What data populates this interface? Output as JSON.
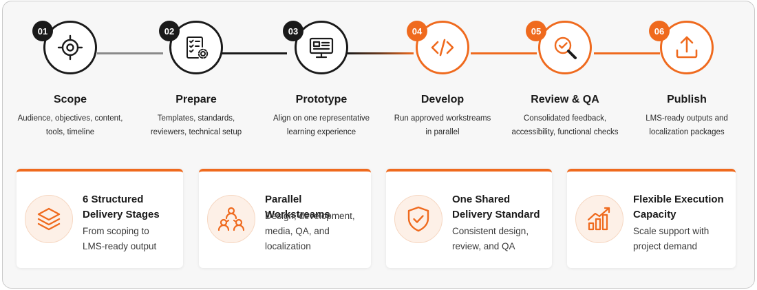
{
  "colors": {
    "accent": "#ef6a1e",
    "dark": "#1a1a1a",
    "connector_gray": "#8a8a8a"
  },
  "steps": [
    {
      "number": "01",
      "title": "Scope",
      "desc_line1": "Audience, objectives, content,",
      "desc_line2": "tools, timeline",
      "icon": "target-icon",
      "state": "complete"
    },
    {
      "number": "02",
      "title": "Prepare",
      "desc_line1": "Templates, standards,",
      "desc_line2": "reviewers, technical setup",
      "icon": "checklist-gear-icon",
      "state": "complete"
    },
    {
      "number": "03",
      "title": "Prototype",
      "desc_line1": "Align on one representative",
      "desc_line2": "learning experience",
      "icon": "monitor-icon",
      "state": "complete"
    },
    {
      "number": "04",
      "title": "Develop",
      "desc_line1": "Run approved workstreams",
      "desc_line2": "in parallel",
      "icon": "code-icon",
      "state": "active"
    },
    {
      "number": "05",
      "title": "Review & QA",
      "desc_line1": "Consolidated feedback,",
      "desc_line2": "accessibility, functional checks",
      "icon": "magnifier-check-icon",
      "state": "active"
    },
    {
      "number": "06",
      "title": "Publish",
      "desc_line1": "LMS-ready outputs and",
      "desc_line2": "localization packages",
      "icon": "upload-icon",
      "state": "active"
    }
  ],
  "cards": [
    {
      "title_line1": "6 Structured",
      "title_line2": "Delivery Stages",
      "desc_line1": "From scoping to",
      "desc_line2": "LMS-ready output",
      "icon": "layers-icon"
    },
    {
      "title_line1": "Parallel Workstreams",
      "title_line2": "",
      "desc_line1": "Design, development,",
      "desc_line2": "media, QA, and",
      "desc_line3": "localization",
      "icon": "team-icon"
    },
    {
      "title_line1": "One Shared",
      "title_line2": "Delivery Standard",
      "desc_line1": "Consistent design,",
      "desc_line2": "review, and QA",
      "icon": "shield-check-icon"
    },
    {
      "title_line1": "Flexible Execution",
      "title_line2": "Capacity",
      "desc_line1": "Scale support with",
      "desc_line2": "project demand",
      "icon": "growth-chart-icon"
    }
  ]
}
